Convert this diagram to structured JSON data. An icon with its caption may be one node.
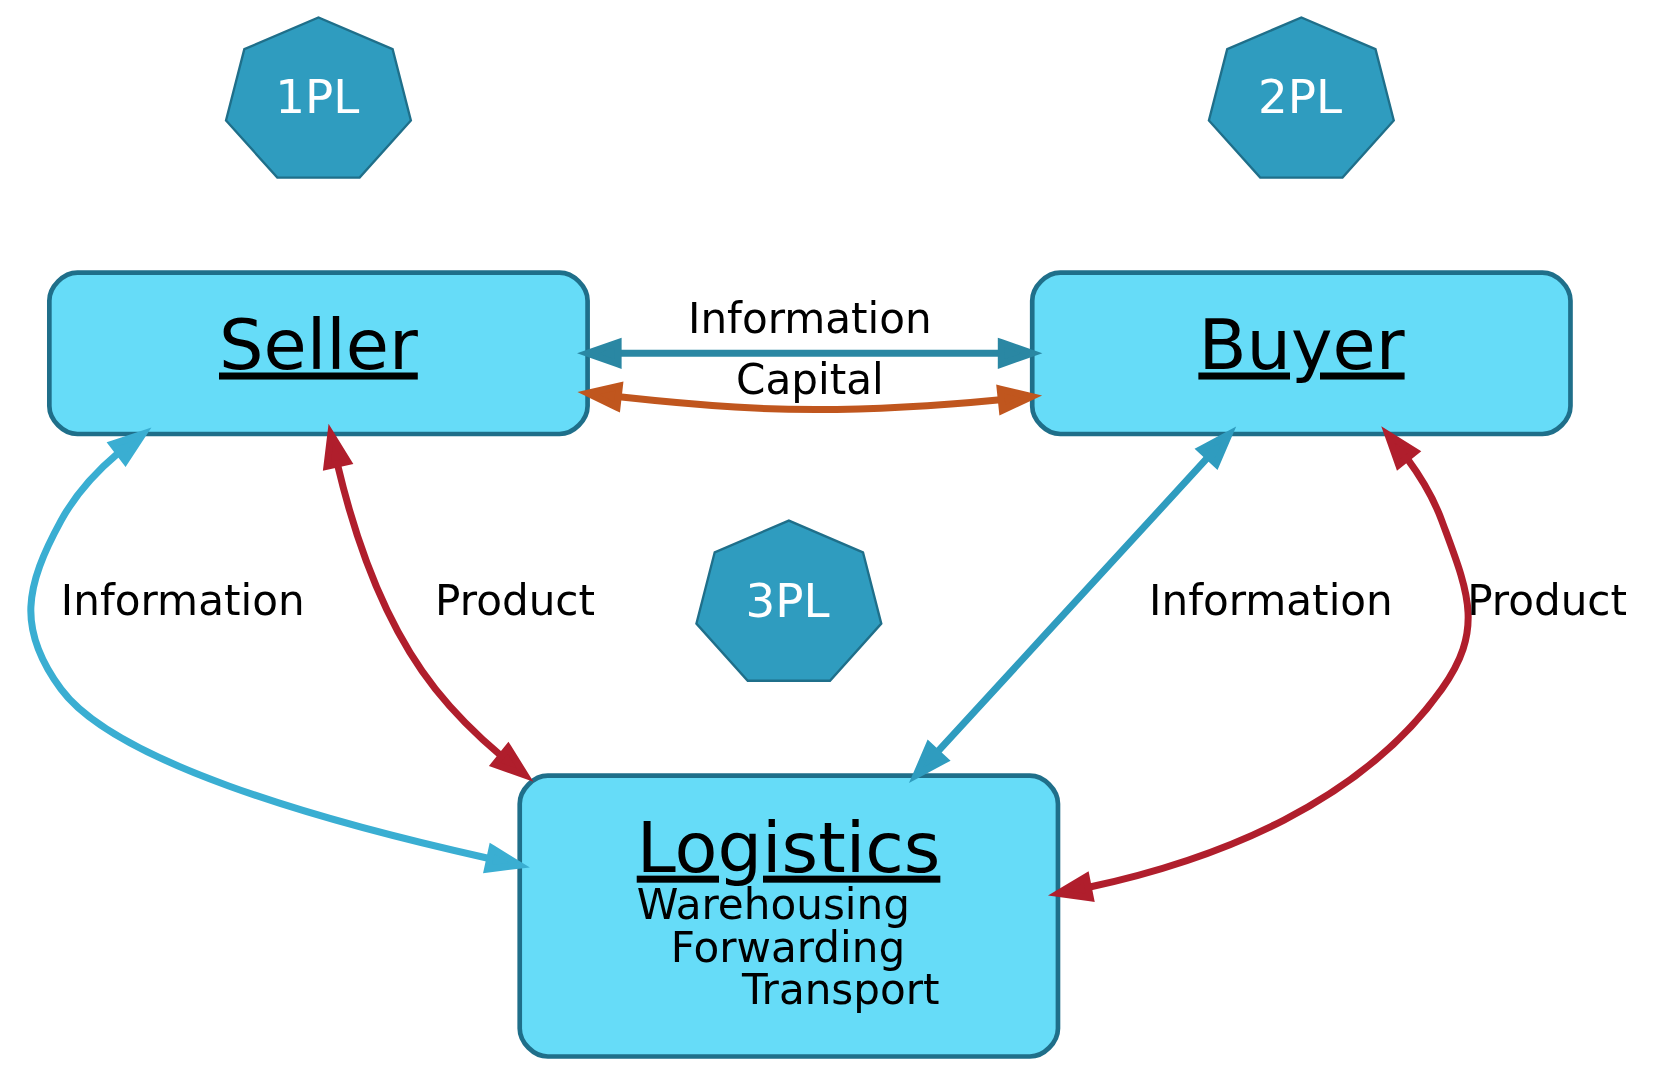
{
  "diagram": {
    "nodes": [
      {
        "text": [
          "1PL"
        ]
      },
      {
        "text": [
          "Seller"
        ]
      },
      {
        "text": [
          "2PL"
        ]
      },
      {
        "text": [
          "Buyer"
        ]
      },
      {
        "text": [
          "3PL"
        ]
      },
      {
        "text": [
          "Logistics",
          "Warehousing",
          "Forwarding",
          "Transport"
        ]
      }
    ],
    "edges": [
      {
        "from": 1,
        "to": 3,
        "arrow": "both",
        "label": "Capital",
        "color": "#c0561e"
      },
      {
        "from": 1,
        "to": 3,
        "arrow": "both",
        "label": "Information",
        "color": "#2a87a3"
      },
      {
        "from": 1,
        "to": 5,
        "arrow": "both",
        "label": "Product",
        "color": "#b01e2c"
      },
      {
        "from": 1,
        "to": 5,
        "arrow": "both",
        "label": "Information",
        "color": "#3aaed2"
      },
      {
        "from": 3,
        "to": 5,
        "arrow": "both",
        "label": "Information",
        "color": "#2f9cbf"
      },
      {
        "from": 3,
        "to": 5,
        "arrow": "both",
        "label": "Product",
        "color": "#b01e2c"
      }
    ]
  }
}
